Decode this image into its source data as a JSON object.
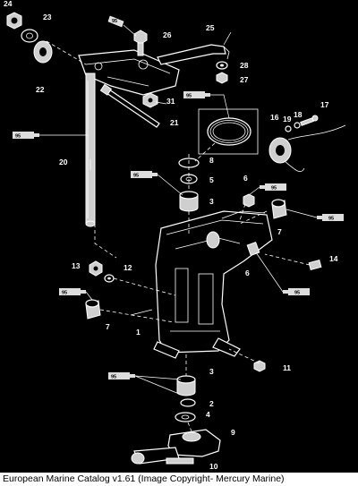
{
  "labels": {
    "p1": "1",
    "p2": "2",
    "p3a": "3",
    "p3b": "3",
    "p4": "4",
    "p5": "5",
    "p6a": "6",
    "p6b": "6",
    "p7a": "7",
    "p7b": "7",
    "p8": "8",
    "p9": "9",
    "p10": "10",
    "p11": "11",
    "p12": "12",
    "p13": "13",
    "p14": "14",
    "p16": "16",
    "p17": "17",
    "p18": "18",
    "p19": "19",
    "p20": "20",
    "p21": "21",
    "p22": "22",
    "p23": "23",
    "p24": "24",
    "p25": "25",
    "p26": "26",
    "p27": "27",
    "p28": "28",
    "p31": "31"
  },
  "lubricant_tube_label": "95",
  "caption": "European Marine Catalog v1.61 (Image Copyright- Mercury Marine)"
}
